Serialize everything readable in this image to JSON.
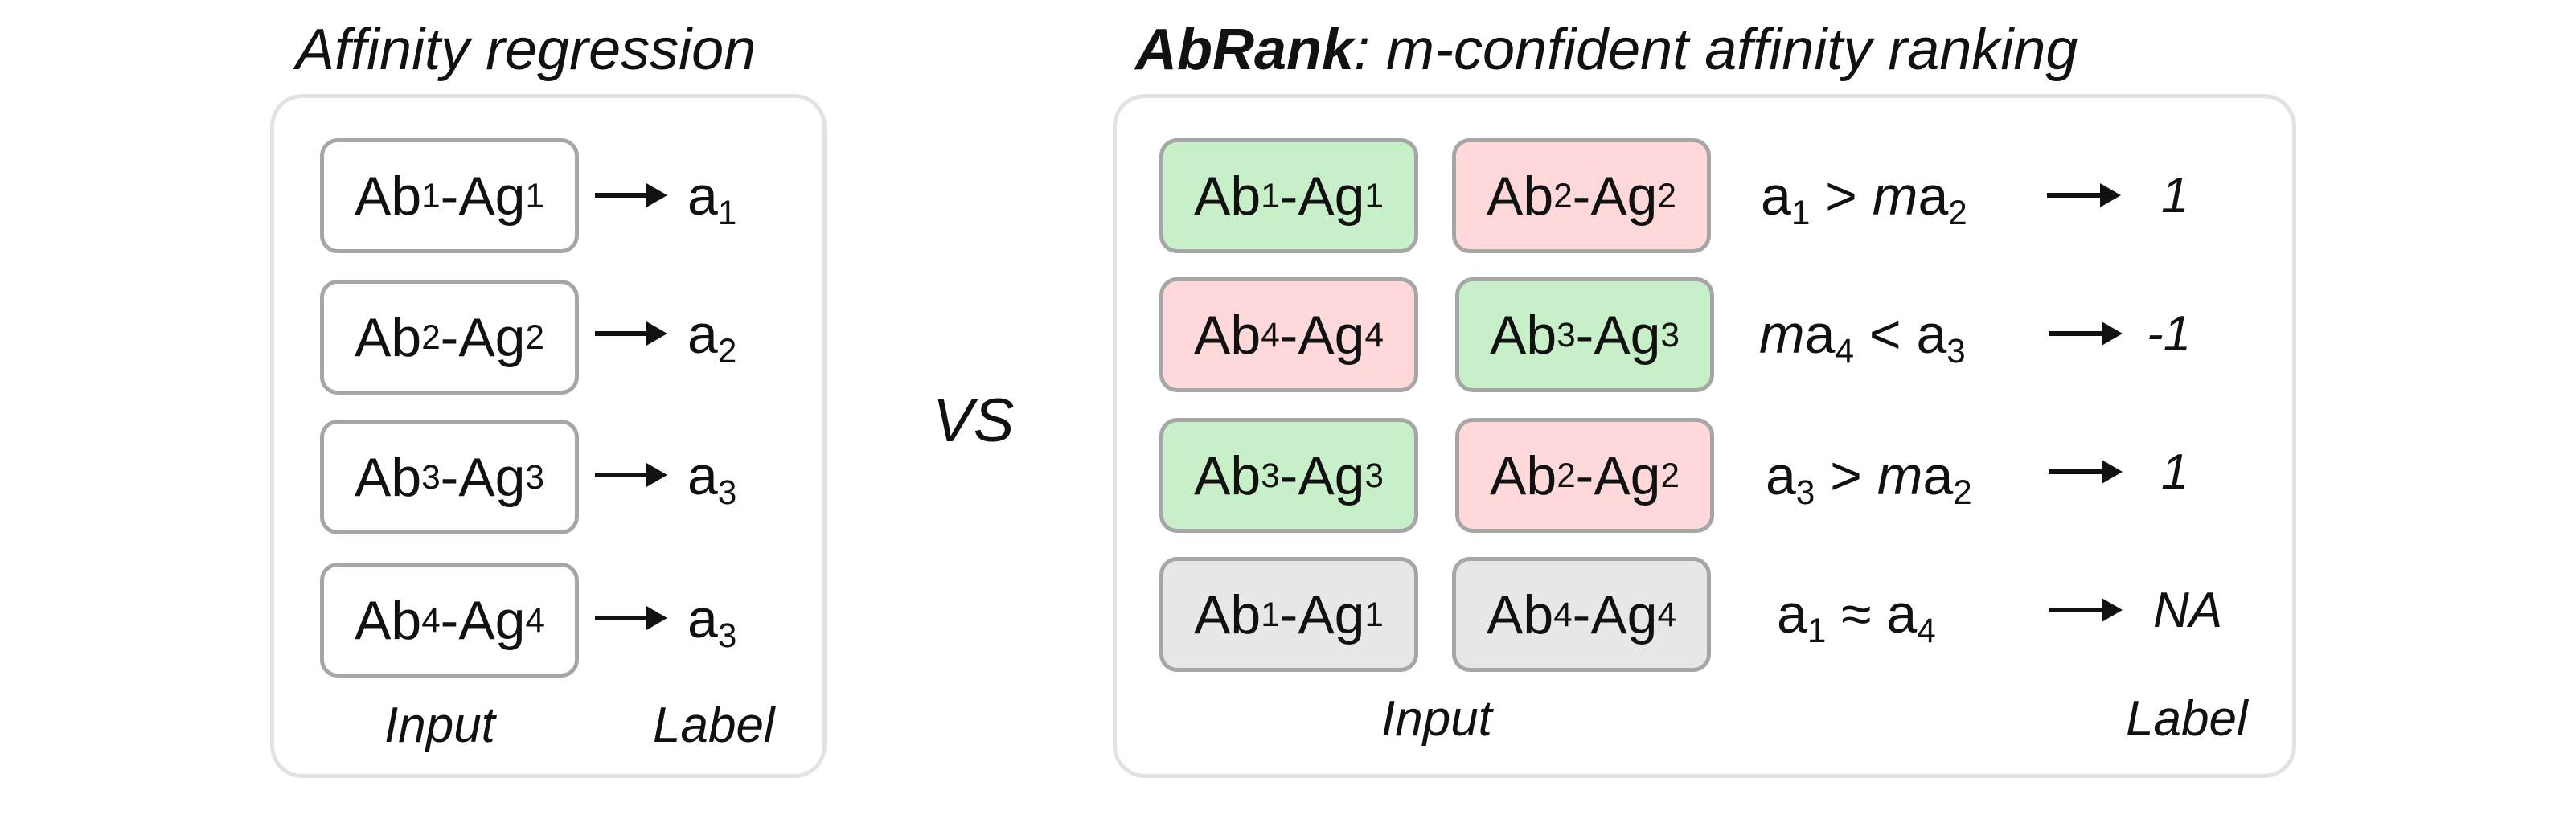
{
  "left_panel": {
    "title": "Affinity regression",
    "rows": [
      {
        "ab": "Ab",
        "ab_sub": "1",
        "ag": "-Ag",
        "ag_sub": "1",
        "label": "a",
        "label_sub": "1"
      },
      {
        "ab": "Ab",
        "ab_sub": "2",
        "ag": "-Ag",
        "ag_sub": "2",
        "label": "a",
        "label_sub": "2"
      },
      {
        "ab": "Ab",
        "ab_sub": "3",
        "ag": "-Ag",
        "ag_sub": "3",
        "label": "a",
        "label_sub": "3"
      },
      {
        "ab": "Ab",
        "ab_sub": "4",
        "ag": "-Ag",
        "ag_sub": "4",
        "label": "a",
        "label_sub": "3"
      }
    ],
    "input_label": "Input",
    "label_label": "Label"
  },
  "vs": "VS",
  "right_panel": {
    "title_bold": "AbRank",
    "title_rest": ": m-confident affinity ranking",
    "rows": [
      {
        "left": {
          "ab_sub": "1",
          "ag_sub": "1",
          "color": "#c7efc8"
        },
        "right": {
          "ab_sub": "2",
          "ag_sub": "2",
          "color": "#ffd9d9"
        },
        "expr": {
          "pre": "",
          "a1": "a",
          "a1_sub": "1",
          "op": " > ",
          "mid": "m",
          "a2": "a",
          "a2_sub": "2"
        },
        "label": "1"
      },
      {
        "left": {
          "ab_sub": "4",
          "ag_sub": "4",
          "color": "#ffd9d9"
        },
        "right": {
          "ab_sub": "3",
          "ag_sub": "3",
          "color": "#c7efc8"
        },
        "expr": {
          "pre": "m",
          "a1": "a",
          "a1_sub": "4",
          "op": " < ",
          "mid": "",
          "a2": "a",
          "a2_sub": "3"
        },
        "label": "-1"
      },
      {
        "left": {
          "ab_sub": "3",
          "ag_sub": "3",
          "color": "#c7efc8"
        },
        "right": {
          "ab_sub": "2",
          "ag_sub": "2",
          "color": "#ffd9d9"
        },
        "expr": {
          "pre": "",
          "a1": "a",
          "a1_sub": "3",
          "op": " > ",
          "mid": "m",
          "a2": "a",
          "a2_sub": "2"
        },
        "label": "1"
      },
      {
        "left": {
          "ab_sub": "1",
          "ag_sub": "1",
          "color": "#e7e7e7"
        },
        "right": {
          "ab_sub": "4",
          "ag_sub": "4",
          "color": "#e7e7e7"
        },
        "expr": {
          "pre": "",
          "a1": "a",
          "a1_sub": "1",
          "op": " ≈ ",
          "mid": "",
          "a2": "a",
          "a2_sub": "4"
        },
        "label": "NA"
      }
    ],
    "input_label": "Input",
    "label_label": "Label"
  }
}
